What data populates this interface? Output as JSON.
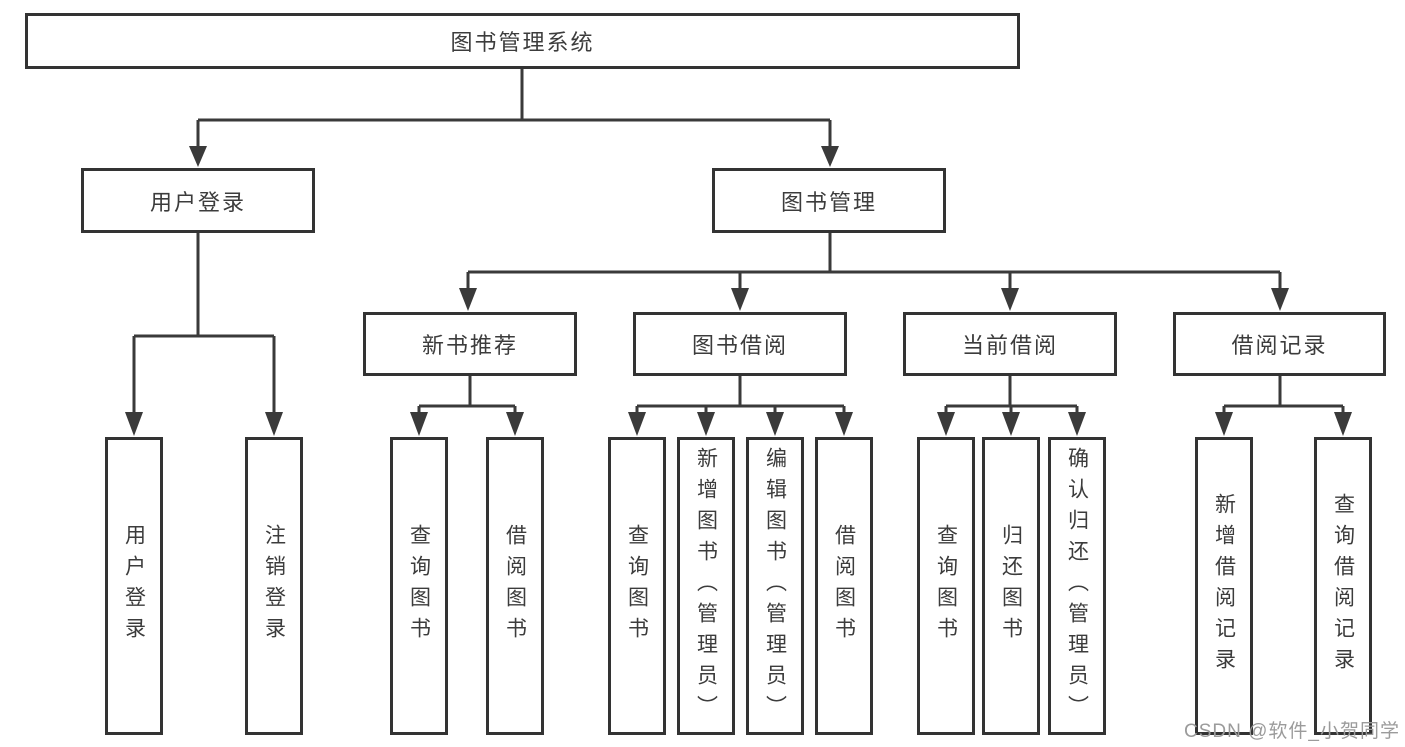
{
  "watermark": "CSDN @软件_小贺同学",
  "colors": {
    "line": "#3a3a3a",
    "box_border": "#333333",
    "text": "#3c3c3c",
    "watermark": "#9b9b9b",
    "background": "#ffffff"
  },
  "tree": {
    "root": "图书管理系统",
    "branches": [
      {
        "label": "用户登录",
        "children": [
          "用户登录",
          "注销登录"
        ]
      },
      {
        "label": "图书管理",
        "sections": [
          {
            "label": "新书推荐",
            "children": [
              "查询图书",
              "借阅图书"
            ]
          },
          {
            "label": "图书借阅",
            "children": [
              "查询图书",
              "新增图书（管理员）",
              "编辑图书（管理员）",
              "借阅图书"
            ]
          },
          {
            "label": "当前借阅",
            "children": [
              "查询图书",
              "归还图书",
              "确认归还（管理员）"
            ]
          },
          {
            "label": "借阅记录",
            "children": [
              "新增借阅记录",
              "查询借阅记录"
            ]
          }
        ]
      }
    ]
  }
}
